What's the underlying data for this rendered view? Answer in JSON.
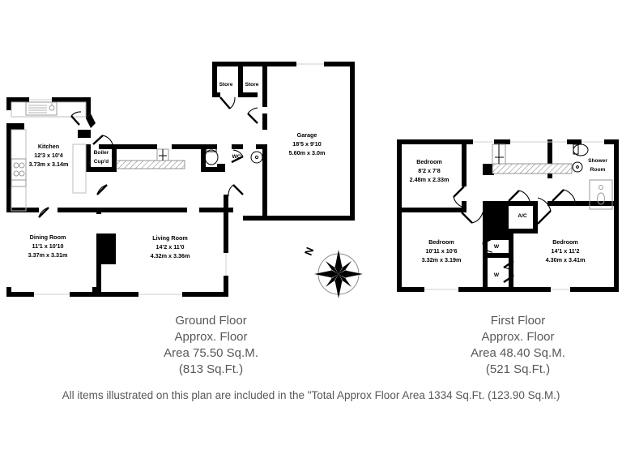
{
  "document": {
    "type": "floor-plan",
    "footer_note": "All items illustrated on this plan are included in the \"Total Approx Floor Area 1334 Sq.Ft. (123.90 Sq.M.)"
  },
  "colors": {
    "wall": "#000000",
    "background": "#ffffff",
    "caption_text": "#58585a",
    "fixture_line": "#9a9a9a"
  },
  "compass": {
    "label": "N"
  },
  "ground_floor": {
    "caption": {
      "line1": "Ground Floor",
      "line2": "Approx. Floor",
      "line3": "Area 75.50 Sq.M.",
      "line4": "(813 Sq.Ft.)"
    },
    "rooms": [
      {
        "name": "Kitchen",
        "imperial": "12'3 x 10'4",
        "metric": "3.73m x 3.14m"
      },
      {
        "name": "Dining Room",
        "imperial": "11'1 x 10'10",
        "metric": "3.37m x 3.31m"
      },
      {
        "name": "Living Room",
        "imperial": "14'2 x 11'0",
        "metric": "4.32m x 3.36m"
      },
      {
        "name": "Garage",
        "imperial": "18'5 x 9'10",
        "metric": "5.60m x 3.0m"
      }
    ],
    "small_rooms": [
      {
        "line1": "Boiler",
        "line2": "Cup'd"
      },
      {
        "line1": "Store"
      },
      {
        "line1": "Store"
      },
      {
        "line1": "WC"
      }
    ]
  },
  "first_floor": {
    "caption": {
      "line1": "First Floor",
      "line2": "Approx. Floor",
      "line3": "Area 48.40 Sq.M.",
      "line4": "(521 Sq.Ft.)"
    },
    "rooms": [
      {
        "name": "Bedroom",
        "imperial": "8'2 x 7'8",
        "metric": "2.48m x 2.33m"
      },
      {
        "name": "Bedroom",
        "imperial": "10'11 x 10'6",
        "metric": "3.32m x 3.19m"
      },
      {
        "name": "Bedroom",
        "imperial": "14'1 x 11'2",
        "metric": "4.30m x 3.41m"
      }
    ],
    "small_rooms": [
      {
        "line1": "Shower",
        "line2": "Room"
      },
      {
        "line1": "A/C"
      },
      {
        "line1": "W"
      },
      {
        "line1": "W"
      }
    ]
  }
}
